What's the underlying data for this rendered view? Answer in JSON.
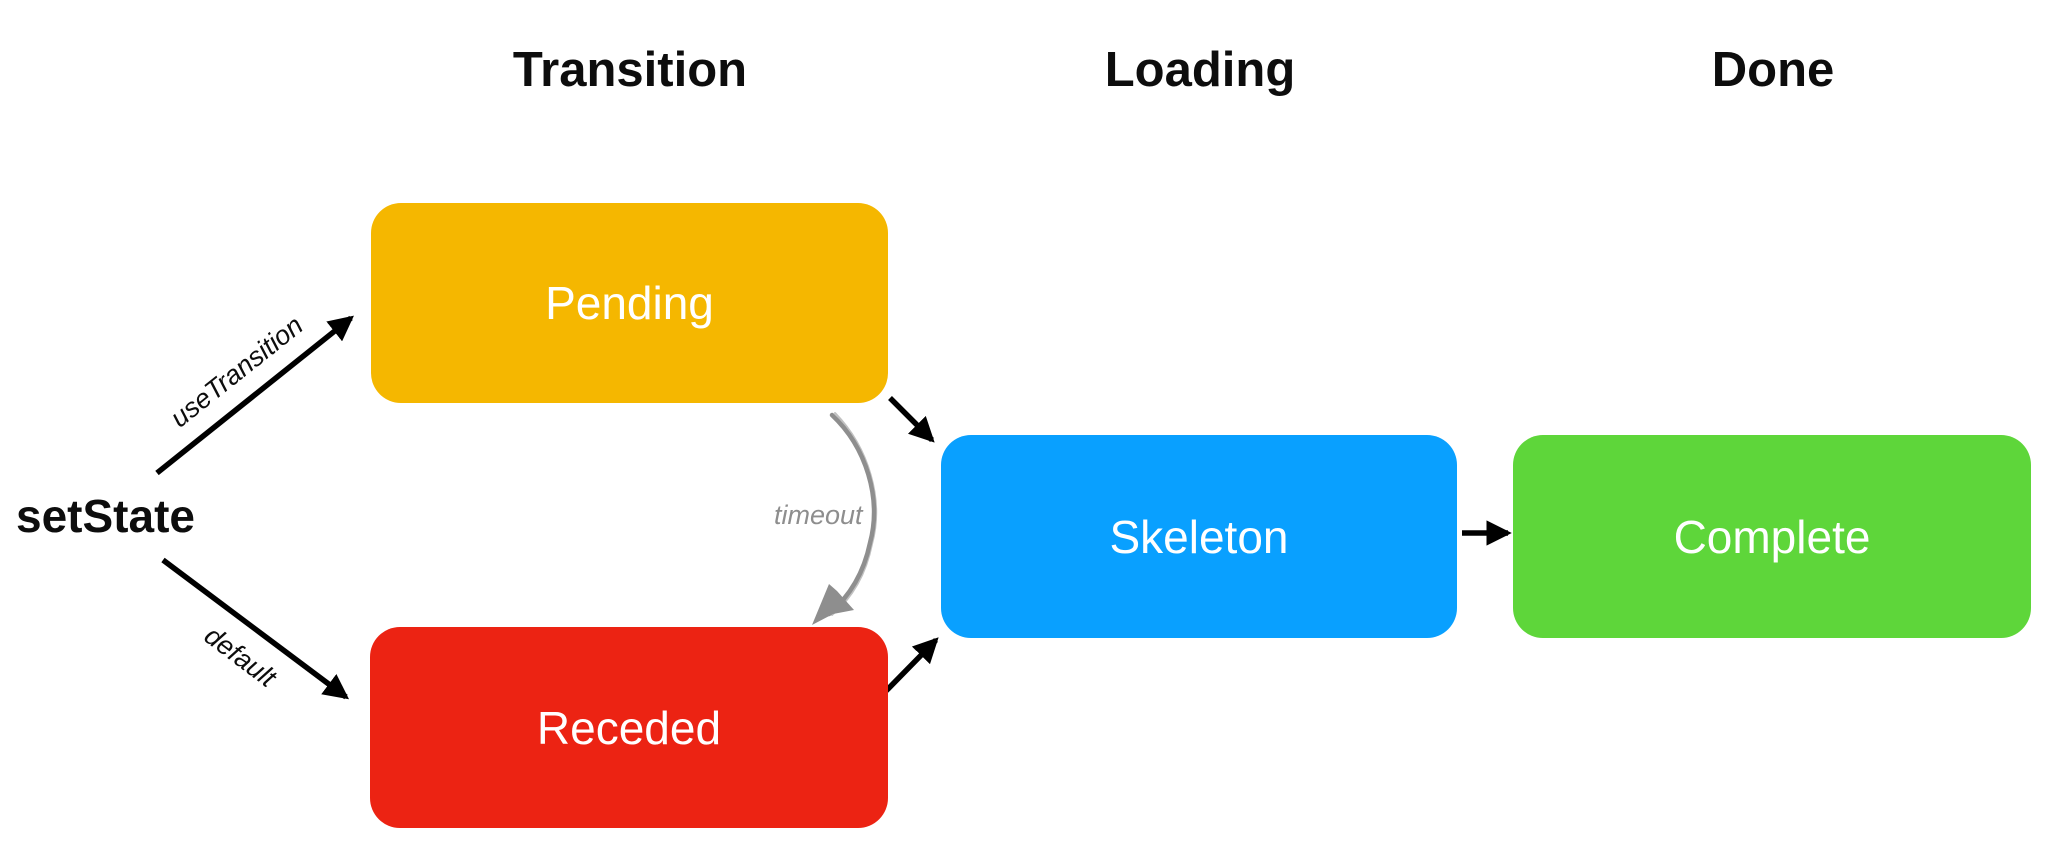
{
  "diagram": {
    "columns": [
      {
        "label": "Transition"
      },
      {
        "label": "Loading"
      },
      {
        "label": "Done"
      }
    ],
    "source": {
      "label": "setState"
    },
    "nodes": [
      {
        "id": "pending",
        "label": "Pending",
        "color": "#F5B700",
        "text_color": "#FFFFFF",
        "column": "Transition"
      },
      {
        "id": "receded",
        "label": "Receded",
        "color": "#EC2313",
        "text_color": "#FFFFFF",
        "column": "Transition"
      },
      {
        "id": "skeleton",
        "label": "Skeleton",
        "color": "#09A0FF",
        "text_color": "#FFFFFF",
        "column": "Loading"
      },
      {
        "id": "complete",
        "label": "Complete",
        "color": "#5ED63A",
        "text_color": "#FFFFFF",
        "column": "Done"
      }
    ],
    "edges": [
      {
        "from": "setState",
        "to": "pending",
        "label": "useTransition",
        "color": "#000000",
        "style": "straight"
      },
      {
        "from": "setState",
        "to": "receded",
        "label": "default",
        "color": "#000000",
        "style": "straight"
      },
      {
        "from": "pending",
        "to": "skeleton",
        "label": "",
        "color": "#000000",
        "style": "straight"
      },
      {
        "from": "receded",
        "to": "skeleton",
        "label": "",
        "color": "#000000",
        "style": "straight"
      },
      {
        "from": "pending",
        "to": "receded",
        "label": "timeout",
        "color": "#8E8E8E",
        "style": "hand-drawn-curve"
      },
      {
        "from": "skeleton",
        "to": "complete",
        "label": "",
        "color": "#000000",
        "style": "straight"
      }
    ]
  }
}
